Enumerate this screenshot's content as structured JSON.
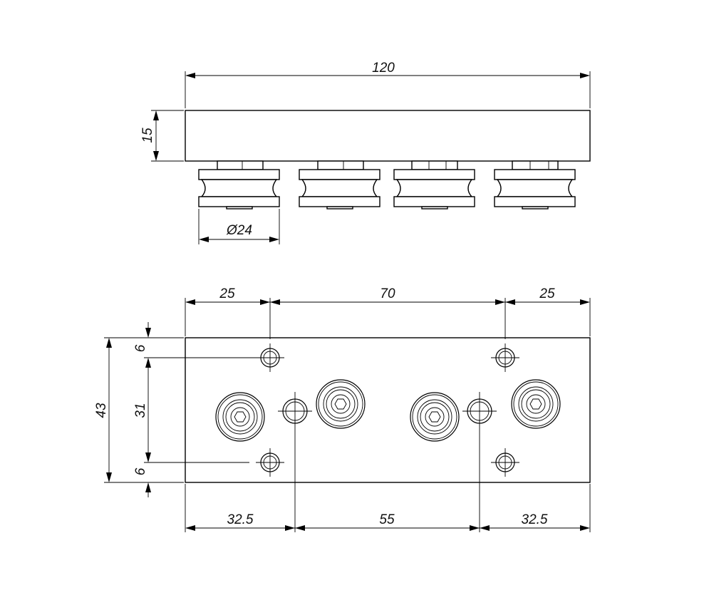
{
  "drawing": {
    "top_view": {
      "overall_length": "120",
      "plate_thickness": "15",
      "wheel_diameter": "Ø24"
    },
    "bottom_view": {
      "hole_spacing": [
        "25",
        "70",
        "25"
      ],
      "wheel_spacing": [
        "32.5",
        "55",
        "32.5"
      ],
      "plate_height": "43",
      "row_spacing": [
        "6",
        "31",
        "6"
      ]
    }
  }
}
